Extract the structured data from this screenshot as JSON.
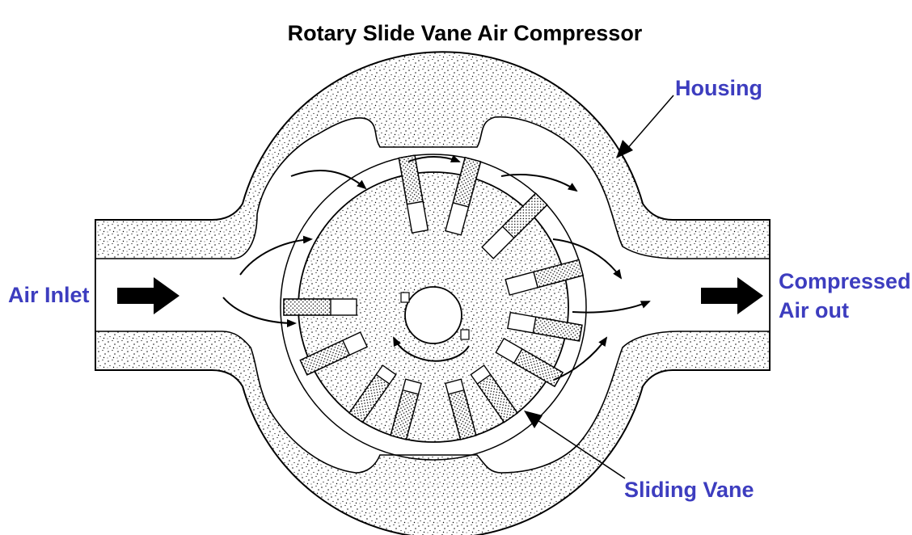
{
  "title": "Rotary Slide Vane Air Compressor",
  "labels": {
    "housing": "Housing",
    "air_inlet": "Air Inlet",
    "compressed_line1": "Compressed",
    "compressed_line2": "Air out",
    "sliding_vane": "Sliding Vane"
  },
  "colors": {
    "label": "#3d3dbf",
    "stroke": "#000000",
    "background": "#ffffff"
  },
  "icons": {
    "inlet_arrow": "arrow-right-icon",
    "outlet_arrow": "arrow-right-icon"
  }
}
